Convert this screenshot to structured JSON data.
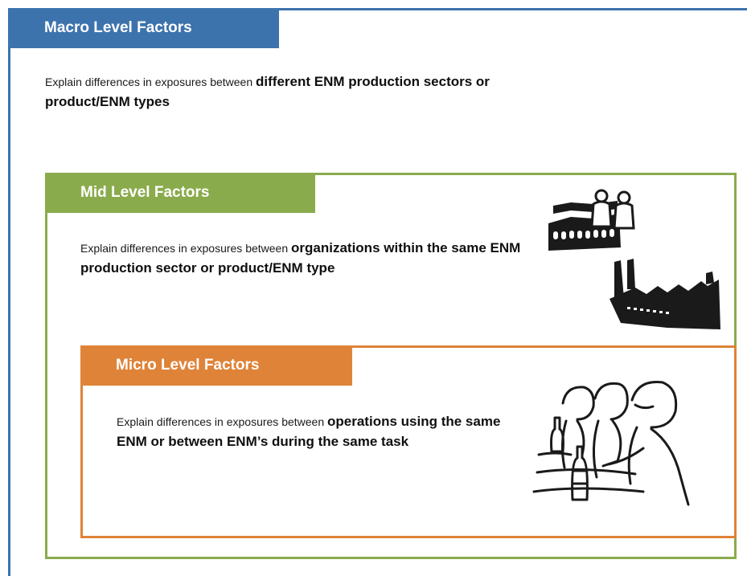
{
  "macro": {
    "title": "Macro Level Factors",
    "desc_plain": "Explain differences in exposures between ",
    "desc_bold": "different ENM production sectors or product/ENM types",
    "color": "#3d73ad"
  },
  "mid": {
    "title": "Mid Level Factors",
    "desc_plain": "Explain differences in exposures between ",
    "desc_bold": "organizations within the same ENM production sector or product/ENM type",
    "color": "#8aab4c",
    "icon": "factory-and-workers-icon"
  },
  "micro": {
    "title": "Micro Level Factors",
    "desc_plain": "Explain differences in exposures between ",
    "desc_bold": "operations using the same ENM or between ENM’s during the same task",
    "color": "#df8338",
    "icon": "lab-workers-icon"
  }
}
